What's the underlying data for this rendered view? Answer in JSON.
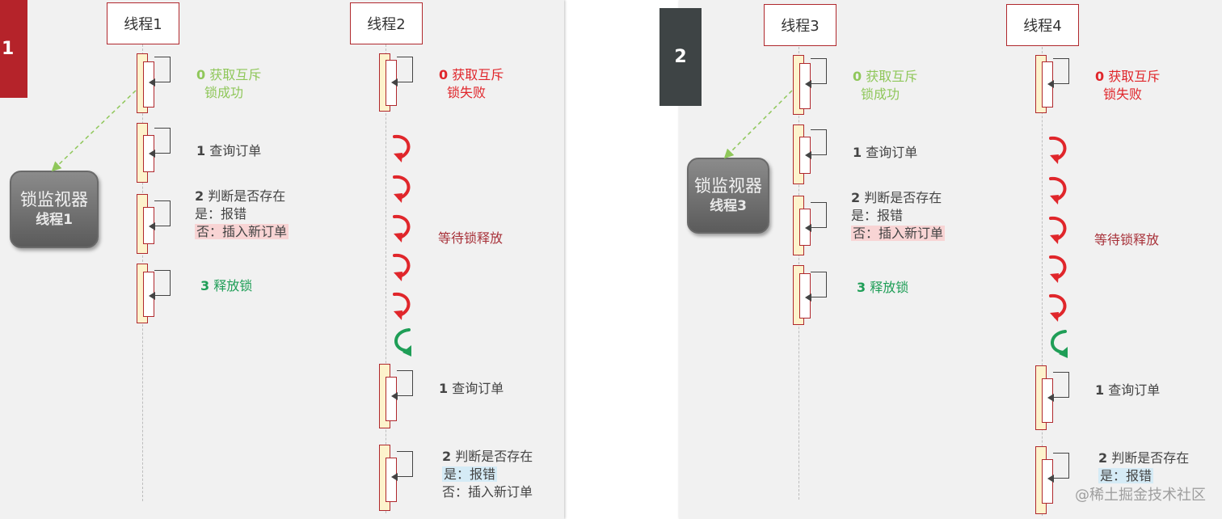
{
  "panels": [
    {
      "badge": "1",
      "threadA": "线程1",
      "threadB": "线程2",
      "monitor_title": "锁监视器",
      "monitor_owner": "线程1",
      "a_step0_num": "0",
      "a_step0_text": "获取互斥",
      "a_step0_text2": "锁成功",
      "a_step1_num": "1",
      "a_step1_text": "查询订单",
      "a_step2_num": "2",
      "a_step2_text": "判断是否存在",
      "a_step2_yes": "是：报错",
      "a_step2_no": "否：插入新订单",
      "a_step3_num": "3",
      "a_step3_text": "释放锁",
      "b_step0_num": "0",
      "b_step0_text": "获取互斥",
      "b_step0_text2": "锁失败",
      "b_wait": "等待锁释放",
      "b_step1_num": "1",
      "b_step1_text": "查询订单",
      "b_step2_num": "2",
      "b_step2_text": "判断是否存在",
      "b_step2_yes": "是：报错",
      "b_step2_no": "否：插入新订单"
    },
    {
      "badge": "2",
      "threadA": "线程3",
      "threadB": "线程4",
      "monitor_title": "锁监视器",
      "monitor_owner": "线程3",
      "a_step0_num": "0",
      "a_step0_text": "获取互斥",
      "a_step0_text2": "锁成功",
      "a_step1_num": "1",
      "a_step1_text": "查询订单",
      "a_step2_num": "2",
      "a_step2_text": "判断是否存在",
      "a_step2_yes": "是：报错",
      "a_step2_no": "否：插入新订单",
      "a_step3_num": "3",
      "a_step3_text": "释放锁",
      "b_step0_num": "0",
      "b_step0_text": "获取互斥",
      "b_step0_text2": "锁失败",
      "b_wait": "等待锁释放",
      "b_step1_num": "1",
      "b_step1_text": "查询订单",
      "b_step2_num": "2",
      "b_step2_text": "判断是否存在",
      "b_step2_yes": "是：报错"
    }
  ],
  "watermark": "@稀土掘金技术社区",
  "colors": {
    "accent_red": "#b0282d",
    "success_green": "#1f9e57",
    "light_green": "#8fc75a",
    "fail_red": "#e0262b",
    "badge1": "#b5232a",
    "badge2": "#3e4445"
  }
}
